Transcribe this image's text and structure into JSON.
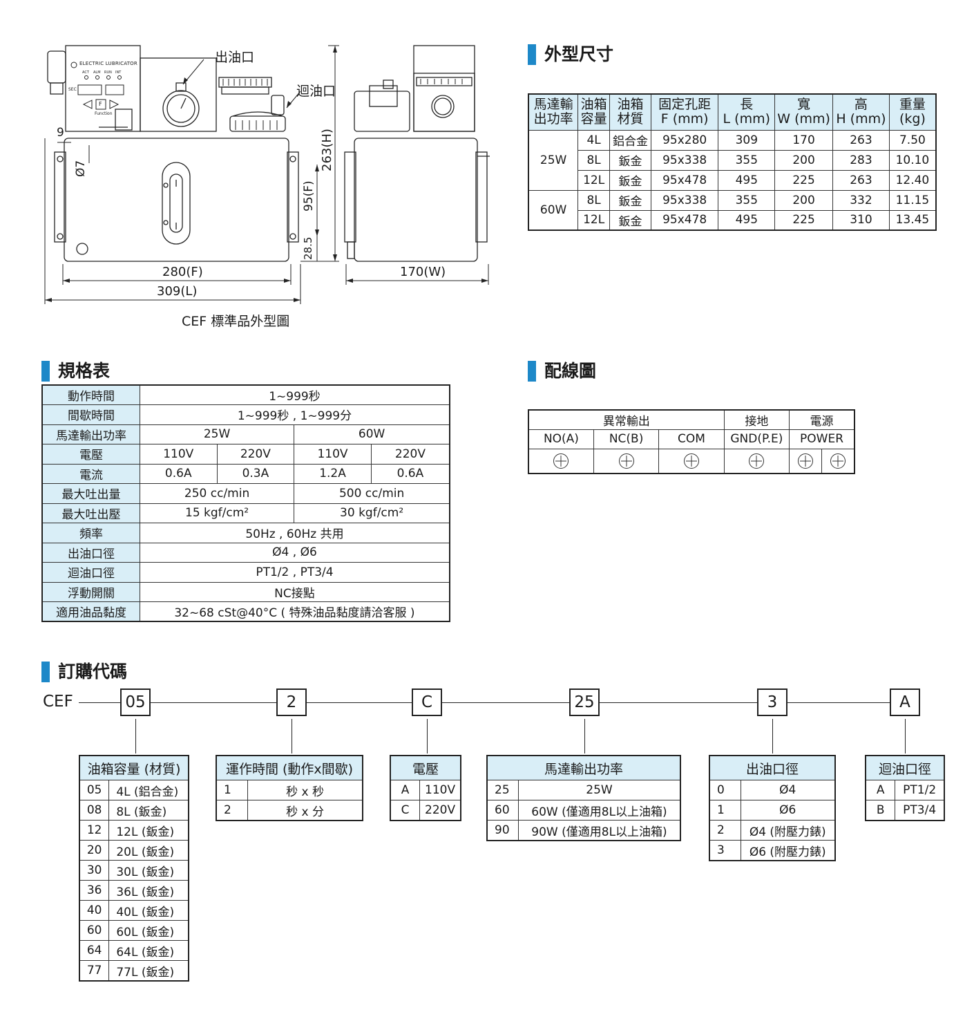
{
  "drawing": {
    "panel_brand": "ELECTRIC LUBRICATOR",
    "panel_leds": [
      "ACT",
      "ALM",
      "RUN",
      "INT"
    ],
    "panel_sec": "SEC",
    "panel_f": "F",
    "panel_function": "Function",
    "outlet_label": "出油口",
    "return_label": "迴油口",
    "dim_9": "9",
    "dim_d7": "Ø7",
    "dim_263h": "263(H)",
    "dim_95f": "95(F)",
    "dim_28_5": "28.5",
    "dim_280f": "280(F)",
    "dim_309l": "309(L)",
    "dim_170w": "170(W)",
    "caption": "CEF 標準品外型圖"
  },
  "dimensions": {
    "title": "外型尺寸",
    "headers": [
      [
        "馬達輸",
        "出功率"
      ],
      [
        "油箱",
        "容量"
      ],
      [
        "油箱",
        "材質"
      ],
      [
        "固定孔距",
        "F (mm)"
      ],
      [
        "長",
        "L (mm)"
      ],
      [
        "寬",
        "W (mm)"
      ],
      [
        "高",
        "H (mm)"
      ],
      [
        "重量",
        "(kg)"
      ]
    ],
    "groups": [
      {
        "power": "25W",
        "rows": [
          [
            "4L",
            "鋁合金",
            "95x280",
            "309",
            "170",
            "263",
            "7.50"
          ],
          [
            "8L",
            "鈑金",
            "95x338",
            "355",
            "200",
            "283",
            "10.10"
          ],
          [
            "12L",
            "鈑金",
            "95x478",
            "495",
            "225",
            "263",
            "12.40"
          ]
        ]
      },
      {
        "power": "60W",
        "rows": [
          [
            "8L",
            "鈑金",
            "95x338",
            "355",
            "200",
            "332",
            "11.15"
          ],
          [
            "12L",
            "鈑金",
            "95x478",
            "495",
            "225",
            "310",
            "13.45"
          ]
        ]
      }
    ]
  },
  "specs": {
    "title": "規格表",
    "action_time": {
      "label": "動作時間",
      "value": "1~999秒"
    },
    "interval_time": {
      "label": "間歇時間",
      "value": "1~999秒 , 1~999分"
    },
    "motor_power": {
      "label": "馬達輸出功率",
      "values": [
        "25W",
        "60W"
      ]
    },
    "voltage": {
      "label": "電壓",
      "values": [
        "110V",
        "220V",
        "110V",
        "220V"
      ]
    },
    "current": {
      "label": "電流",
      "values": [
        "0.6A",
        "0.3A",
        "1.2A",
        "0.6A"
      ]
    },
    "max_flow": {
      "label": "最大吐出量",
      "values": [
        "250 cc/min",
        "500 cc/min"
      ]
    },
    "max_pressure": {
      "label": "最大吐出壓",
      "values": [
        "15 kgf/cm²",
        "30 kgf/cm²"
      ]
    },
    "frequency": {
      "label": "頻率",
      "value": "50Hz , 60Hz 共用"
    },
    "outlet": {
      "label": "出油口徑",
      "value": "Ø4 , Ø6"
    },
    "return": {
      "label": "迴油口徑",
      "value": "PT1/2 , PT3/4"
    },
    "float_switch": {
      "label": "浮動開關",
      "value": "NC接點"
    },
    "viscosity": {
      "label": "適用油品黏度",
      "value": "32~68 cSt@40°C ( 特殊油品黏度請洽客服 )"
    }
  },
  "wiring": {
    "title": "配線圖",
    "groups": [
      "異常輸出",
      "接地",
      "電源"
    ],
    "terminals": [
      "NO(A)",
      "NC(B)",
      "COM",
      "GND(P.E)",
      "POWER"
    ]
  },
  "order": {
    "title": "訂購代碼",
    "prefix": "CEF",
    "codes": [
      "05",
      "2",
      "C",
      "25",
      "3",
      "A"
    ],
    "tank": {
      "header": "油箱容量 (材質)",
      "rows": [
        [
          "05",
          "4L (鋁合金)"
        ],
        [
          "08",
          "8L (鈑金)"
        ],
        [
          "12",
          "12L (鈑金)"
        ],
        [
          "20",
          "20L (鈑金)"
        ],
        [
          "30",
          "30L (鈑金)"
        ],
        [
          "36",
          "36L (鈑金)"
        ],
        [
          "40",
          "40L (鈑金)"
        ],
        [
          "60",
          "60L (鈑金)"
        ],
        [
          "64",
          "64L (鈑金)"
        ],
        [
          "77",
          "77L (鈑金)"
        ]
      ]
    },
    "timing": {
      "header": "運作時間 (動作x間歇)",
      "rows": [
        [
          "1",
          "秒 x 秒"
        ],
        [
          "2",
          "秒 x 分"
        ]
      ]
    },
    "voltage": {
      "header": "電壓",
      "rows": [
        [
          "A",
          "110V"
        ],
        [
          "C",
          "220V"
        ]
      ]
    },
    "motor": {
      "header": "馬達輸出功率",
      "rows": [
        [
          "25",
          "25W"
        ],
        [
          "60",
          "60W (僅適用8L以上油箱)"
        ],
        [
          "90",
          "90W (僅適用8L以上油箱)"
        ]
      ]
    },
    "outlet": {
      "header": "出油口徑",
      "rows": [
        [
          "0",
          "Ø4"
        ],
        [
          "1",
          "Ø6"
        ],
        [
          "2",
          "Ø4 (附壓力錶)"
        ],
        [
          "3",
          "Ø6 (附壓力錶)"
        ]
      ]
    },
    "return": {
      "header": "迴油口徑",
      "rows": [
        [
          "A",
          "PT1/2"
        ],
        [
          "B",
          "PT3/4"
        ]
      ]
    }
  }
}
